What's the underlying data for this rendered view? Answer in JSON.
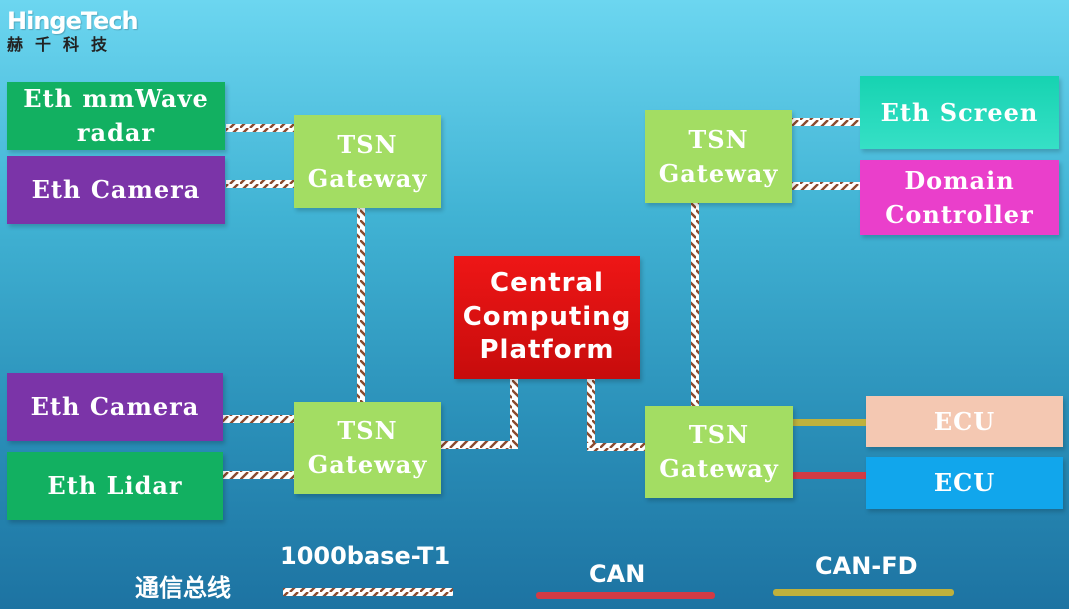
{
  "logo": {
    "name": "HingeTech",
    "chinese": "赫千科技"
  },
  "nodes": {
    "eth_mmwave_radar": "Eth mmWave radar",
    "eth_camera_top": "Eth Camera",
    "tsn_top_left": "TSN Gateway",
    "tsn_top_right": "TSN Gateway",
    "eth_screen": "Eth Screen",
    "domain_controller": "Domain Controller",
    "central": "Central Computing Platform",
    "eth_camera_bottom": "Eth Camera",
    "eth_lidar": "Eth Lidar",
    "tsn_bottom_left": "TSN Gateway",
    "tsn_bottom_right": "TSN Gateway",
    "ecu_top": "ECU",
    "ecu_bottom": "ECU"
  },
  "legend": {
    "title": "通信总线",
    "items": [
      {
        "label": "1000base-T1",
        "line": "twisted"
      },
      {
        "label": "CAN",
        "color": "#d23b45"
      },
      {
        "label": "CAN-FD",
        "color": "#bfb13c"
      }
    ]
  },
  "colors": {
    "tsn": "#a3dd63",
    "eth_green": "#12b061",
    "eth_purple": "#7b34a8",
    "screen_teal": "#1ed8b8",
    "domain_magenta": "#ea3fcb",
    "central_red": "#e31212",
    "ecu_peach": "#f4c8b2",
    "ecu_blue": "#11a6ec",
    "can": "#d23b45",
    "can_fd": "#bfb13c"
  }
}
